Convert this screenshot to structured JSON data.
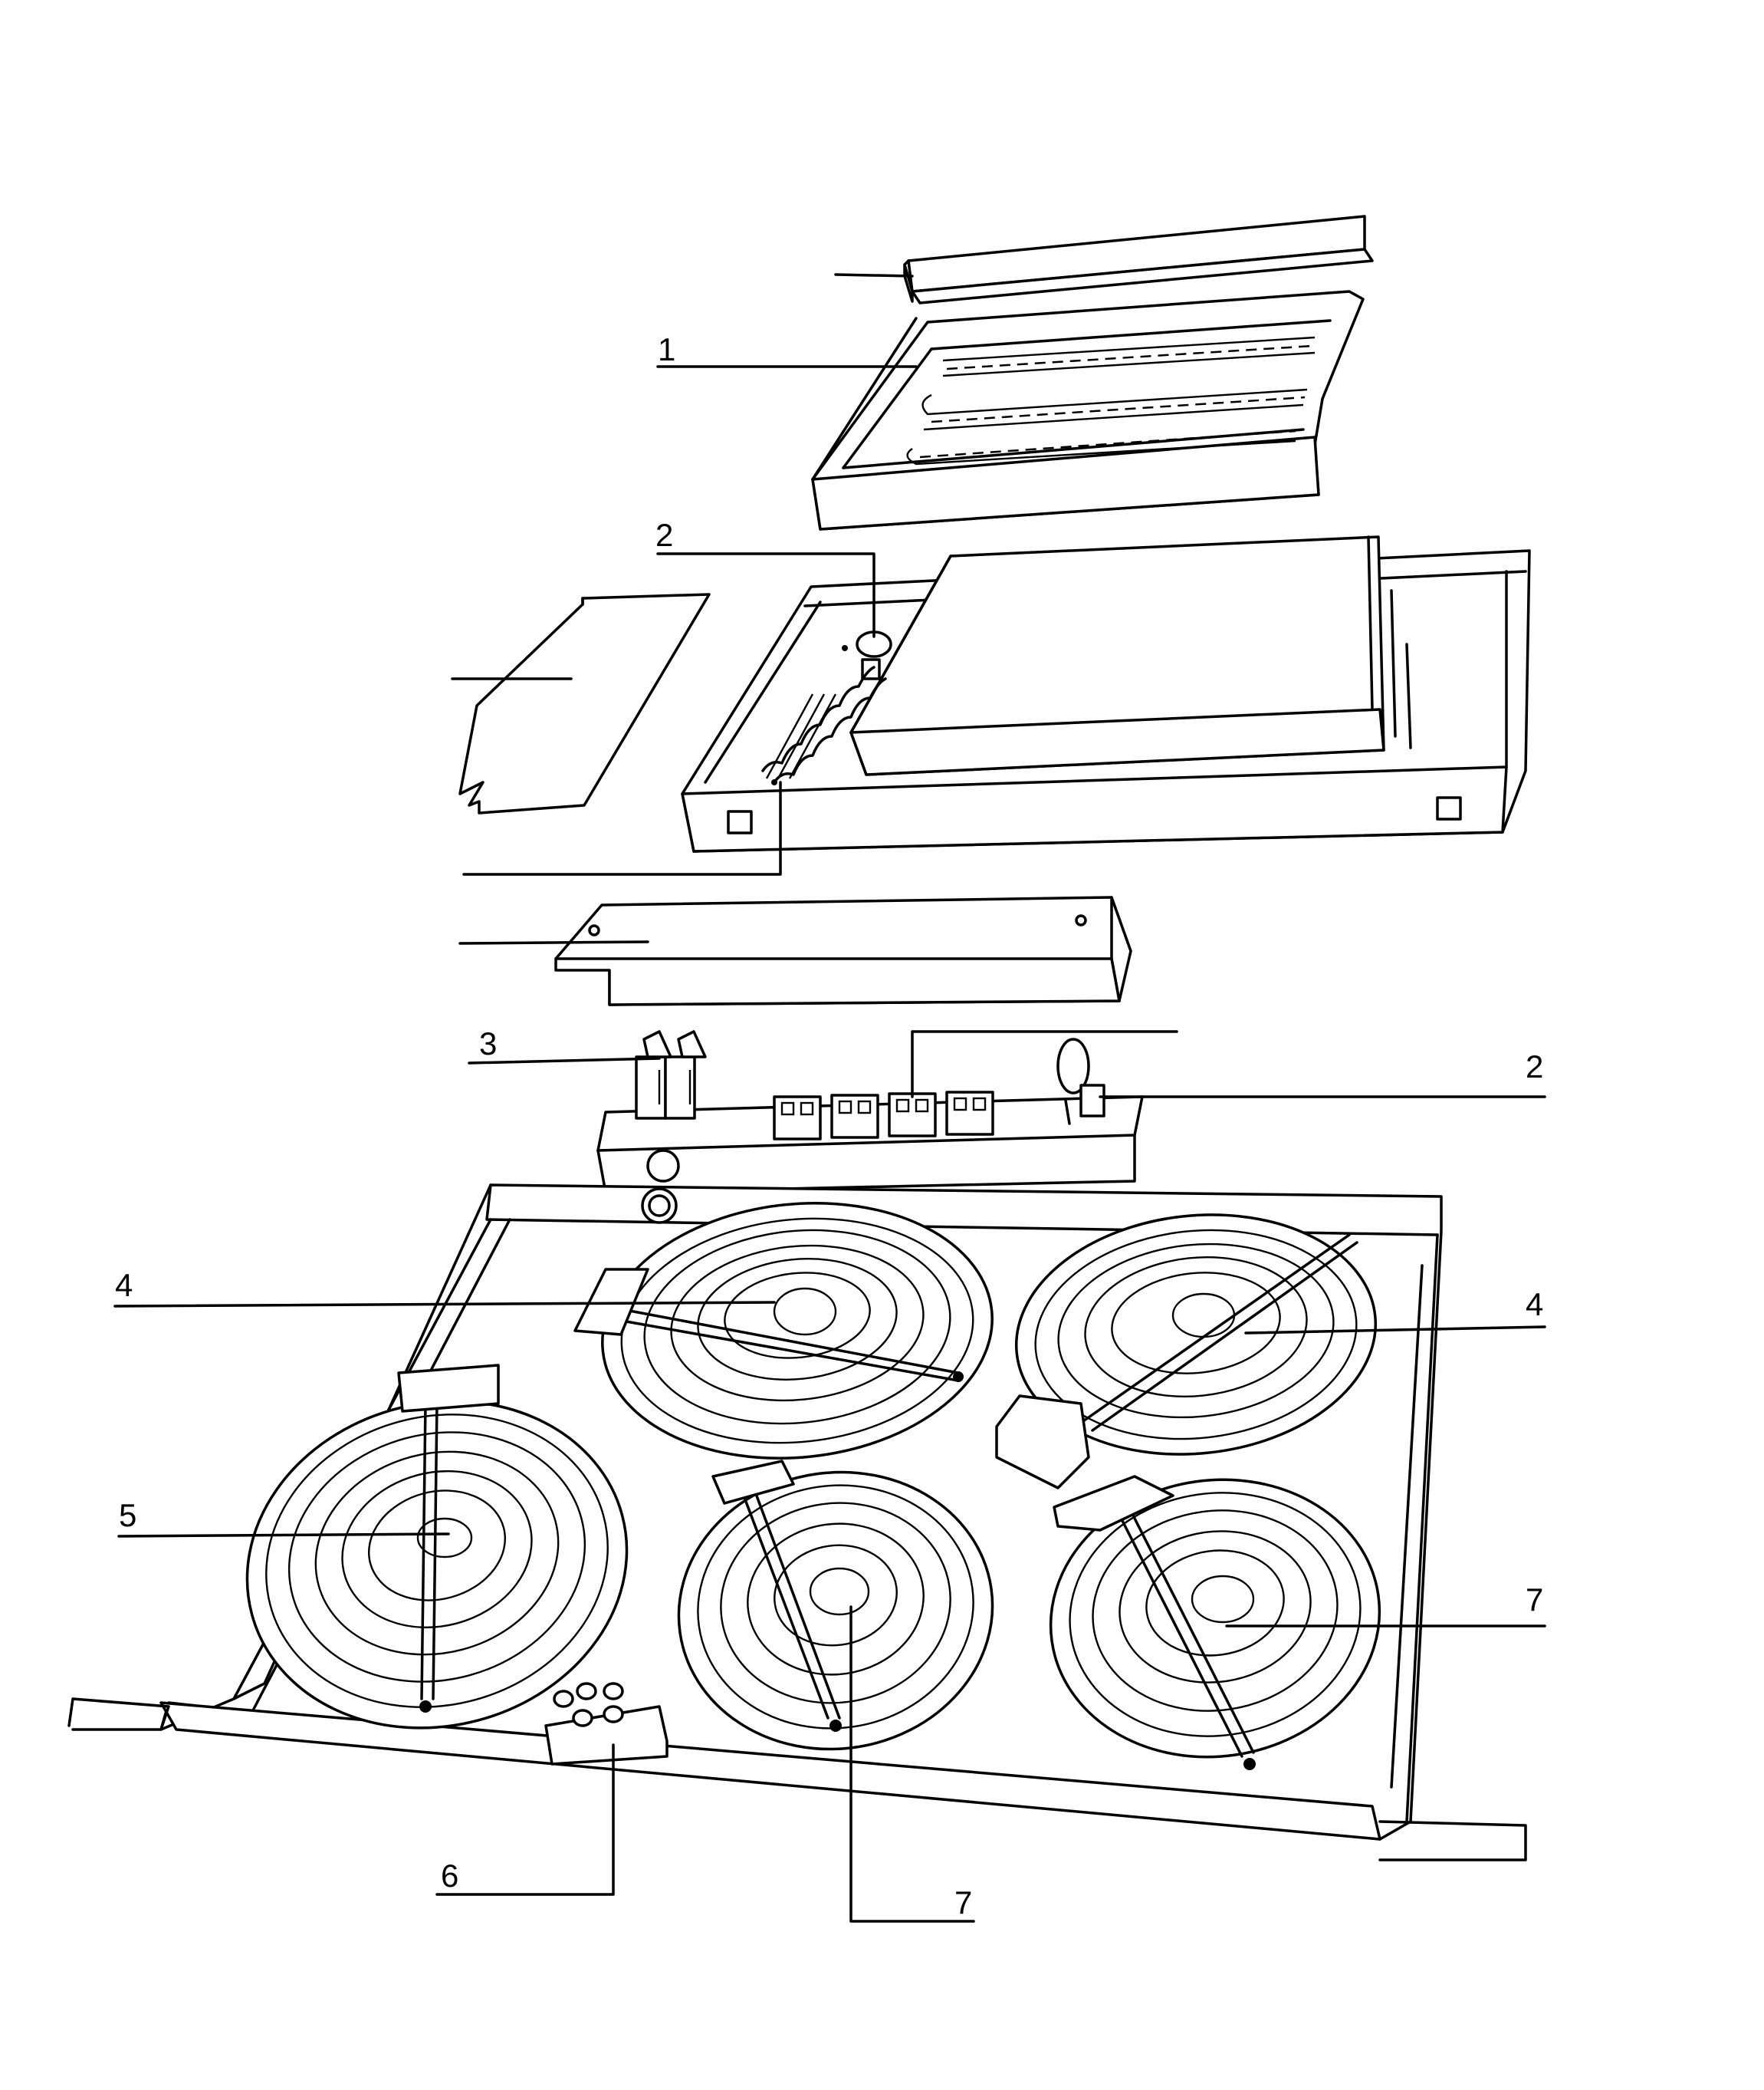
{
  "diagram": {
    "callouts": [
      {
        "id": "c-top-unlabeled",
        "text": ""
      },
      {
        "id": "c1",
        "text": "1"
      },
      {
        "id": "c2a",
        "text": "2"
      },
      {
        "id": "c-plate-unlabeled",
        "text": ""
      },
      {
        "id": "c-terminal-unlabeled",
        "text": ""
      },
      {
        "id": "c-bar-unlabeled",
        "text": ""
      },
      {
        "id": "c3",
        "text": "3"
      },
      {
        "id": "c2b",
        "text": "2"
      },
      {
        "id": "c4a",
        "text": "4"
      },
      {
        "id": "c4b",
        "text": "4"
      },
      {
        "id": "c5",
        "text": "5"
      },
      {
        "id": "c7a",
        "text": "7"
      },
      {
        "id": "c6",
        "text": "6"
      },
      {
        "id": "c7b",
        "text": "7"
      }
    ]
  }
}
